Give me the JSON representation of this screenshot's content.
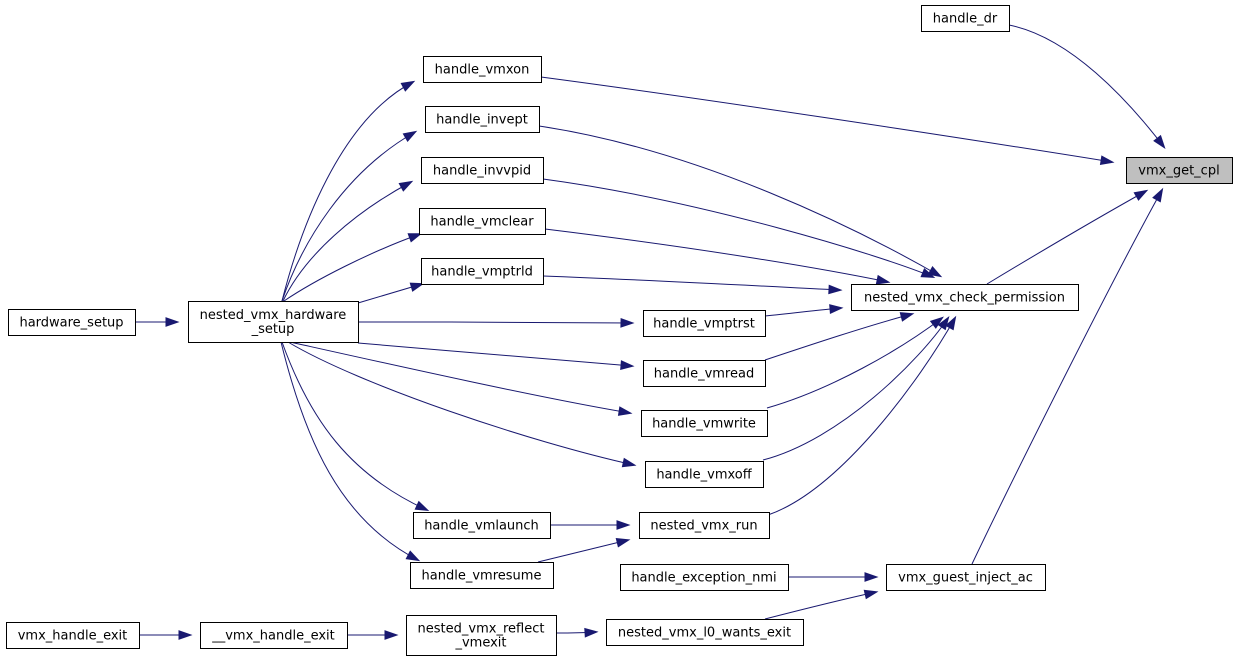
{
  "diagram": {
    "colors": {
      "edge": "#191970",
      "highlight_fill": "#bfbfbf",
      "node_fill": "#ffffff",
      "border": "#000000"
    },
    "nodes": {
      "handle_dr": [
        "handle_dr"
      ],
      "vmx_get_cpl": [
        "vmx_get_cpl"
      ],
      "handle_vmxon": [
        "handle_vmxon"
      ],
      "handle_invept": [
        "handle_invept"
      ],
      "handle_invvpid": [
        "handle_invvpid"
      ],
      "handle_vmclear": [
        "handle_vmclear"
      ],
      "handle_vmptrld": [
        "handle_vmptrld"
      ],
      "nested_vmx_check_permission": [
        "nested_vmx_check_permission"
      ],
      "hardware_setup": [
        "hardware_setup"
      ],
      "nested_vmx_hardware_setup": [
        "nested_vmx_hardware",
        "_setup"
      ],
      "handle_vmptrst": [
        "handle_vmptrst"
      ],
      "handle_vmread": [
        "handle_vmread"
      ],
      "handle_vmwrite": [
        "handle_vmwrite"
      ],
      "handle_vmxoff": [
        "handle_vmxoff"
      ],
      "handle_vmlaunch": [
        "handle_vmlaunch"
      ],
      "nested_vmx_run": [
        "nested_vmx_run"
      ],
      "handle_vmresume": [
        "handle_vmresume"
      ],
      "handle_exception_nmi": [
        "handle_exception_nmi"
      ],
      "vmx_guest_inject_ac": [
        "vmx_guest_inject_ac"
      ],
      "vmx_handle_exit": [
        "vmx_handle_exit"
      ],
      "__vmx_handle_exit": [
        "__vmx_handle_exit"
      ],
      "nested_vmx_reflect_vmexit": [
        "nested_vmx_reflect",
        "_vmexit"
      ],
      "nested_vmx_l0_wants_exit": [
        "nested_vmx_l0_wants_exit"
      ]
    },
    "highlighted": "vmx_get_cpl",
    "edges": [
      [
        "handle_dr",
        "vmx_get_cpl"
      ],
      [
        "handle_vmxon",
        "vmx_get_cpl"
      ],
      [
        "nested_vmx_check_permission",
        "vmx_get_cpl"
      ],
      [
        "vmx_guest_inject_ac",
        "vmx_get_cpl"
      ],
      [
        "nested_vmx_hardware_setup",
        "handle_vmxon"
      ],
      [
        "nested_vmx_hardware_setup",
        "handle_invept"
      ],
      [
        "nested_vmx_hardware_setup",
        "handle_invvpid"
      ],
      [
        "nested_vmx_hardware_setup",
        "handle_vmclear"
      ],
      [
        "nested_vmx_hardware_setup",
        "handle_vmptrld"
      ],
      [
        "nested_vmx_hardware_setup",
        "handle_vmptrst"
      ],
      [
        "nested_vmx_hardware_setup",
        "handle_vmread"
      ],
      [
        "nested_vmx_hardware_setup",
        "handle_vmwrite"
      ],
      [
        "nested_vmx_hardware_setup",
        "handle_vmxoff"
      ],
      [
        "nested_vmx_hardware_setup",
        "handle_vmlaunch"
      ],
      [
        "nested_vmx_hardware_setup",
        "handle_vmresume"
      ],
      [
        "hardware_setup",
        "nested_vmx_hardware_setup"
      ],
      [
        "handle_invept",
        "nested_vmx_check_permission"
      ],
      [
        "handle_invvpid",
        "nested_vmx_check_permission"
      ],
      [
        "handle_vmclear",
        "nested_vmx_check_permission"
      ],
      [
        "handle_vmptrld",
        "nested_vmx_check_permission"
      ],
      [
        "handle_vmptrst",
        "nested_vmx_check_permission"
      ],
      [
        "handle_vmread",
        "nested_vmx_check_permission"
      ],
      [
        "handle_vmwrite",
        "nested_vmx_check_permission"
      ],
      [
        "handle_vmxoff",
        "nested_vmx_check_permission"
      ],
      [
        "nested_vmx_run",
        "nested_vmx_check_permission"
      ],
      [
        "handle_vmlaunch",
        "nested_vmx_run"
      ],
      [
        "handle_vmresume",
        "nested_vmx_run"
      ],
      [
        "handle_exception_nmi",
        "vmx_guest_inject_ac"
      ],
      [
        "nested_vmx_l0_wants_exit",
        "vmx_guest_inject_ac"
      ],
      [
        "vmx_handle_exit",
        "__vmx_handle_exit"
      ],
      [
        "__vmx_handle_exit",
        "nested_vmx_reflect_vmexit"
      ],
      [
        "nested_vmx_reflect_vmexit",
        "nested_vmx_l0_wants_exit"
      ]
    ]
  }
}
